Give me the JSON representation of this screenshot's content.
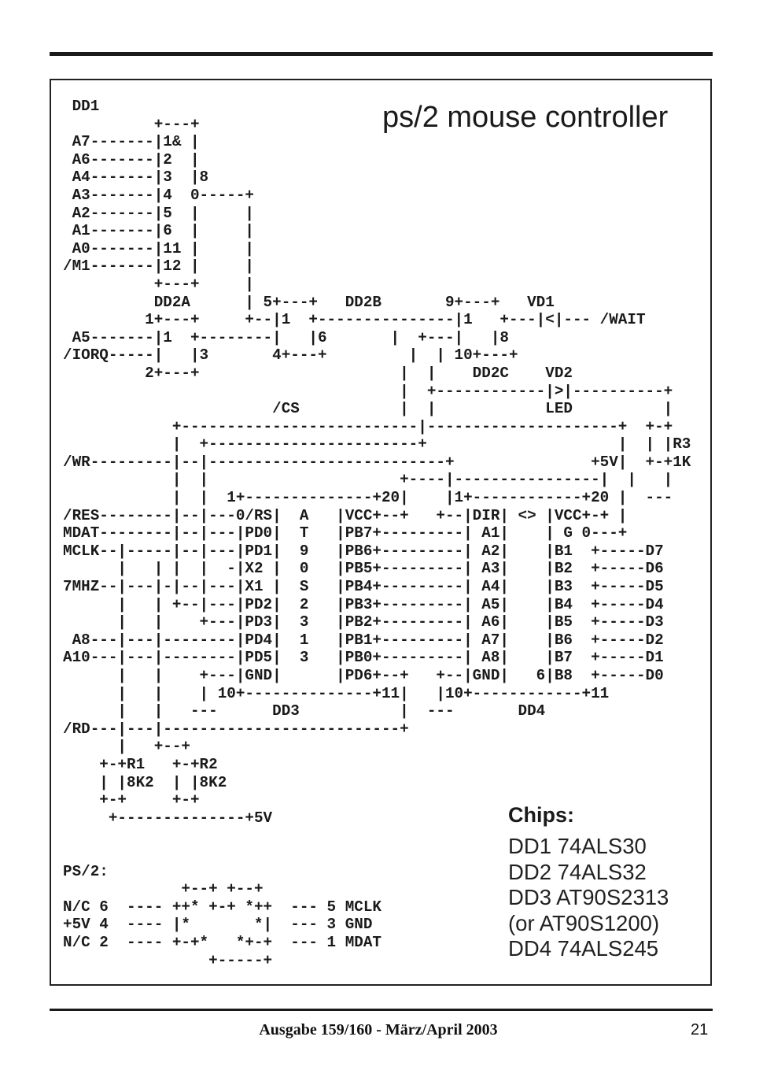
{
  "title": "ps/2 mouse controller",
  "schematic": {
    "lines": [
      " DD1",
      "          +---+",
      " A7-------|1& |",
      " A6-------|2  |",
      " A4-------|3  |8",
      " A3-------|4  0-----+",
      " A2-------|5  |     |",
      " A1-------|6  |     |",
      " A0-------|11 |     |",
      "/M1-------|12 |     |",
      "          +---+     |",
      "          DD2A      | 5+---+   DD2B       9+---+   VD1",
      "         1+---+     +--|1  +---------------|1   +---|<|--- /WAIT",
      " A5-------|1  +--------|   |6       |  +---|   |8",
      "/IORQ-----|   |3       4+---+         |  | 10+---+",
      "         2+---+                      |  |    DD2C    VD2",
      "                                     |  +------------|>|----------+",
      "                       /CS           |  |            LED          |",
      "            +--------------------------|---------------------+  +-+",
      "            |  +-----------------------+                     |  | |R3",
      "/WR---------|--|--------------------------+               +5V|  +-+1K",
      "            |  |                     +----|----------------|  |   |",
      "            |  |  1+--------------+20|    |1+------------+20 |  ---",
      "/RES--------|--|---0/RS|  A   |VCC+--+   +--|DIR| <> |VCC+-+ |",
      "MDAT--------|--|---|PD0|  T   |PB7+---------| A1|    | G 0---+",
      "MCLK--|-----|--|---|PD1|  9   |PB6+---------| A2|    |B1  +-----D7",
      "      |   | |  |  -|X2 |  0   |PB5+---------| A3|    |B2  +-----D6",
      "7MHZ--|---|-|--|---|X1 |  S   |PB4+---------| A4|    |B3  +-----D5",
      "      |   | +--|---|PD2|  2   |PB3+---------| A5|    |B4  +-----D4",
      "      |   |    +---|PD3|  3   |PB2+---------| A6|    |B5  +-----D3",
      " A8---|---|--------|PD4|  1   |PB1+---------| A7|    |B6  +-----D2",
      "A10---|---|--------|PD5|  3   |PB0+---------| A8|    |B7  +-----D1",
      "      |   |    +---|GND|      |PD6+--+   +--|GND|   6|B8  +-----D0",
      "      |   |    | 10+--------------+11|   |10+------------+11",
      "      |   |   ---      DD3           |  ---       DD4",
      "/RD---|---|--------------------------+",
      "      |   +--+",
      "    +-+R1   +-+R2",
      "    | |8K2  | |8K2",
      "    +-+     +-+",
      "     +--------------+5V",
      "",
      "",
      "PS/2:",
      "             +--+ +--+",
      "N/C 6  ---- ++* +-+ *++  --- 5 MCLK",
      "+5V 4  ---- |*       *|  --- 3 GND",
      "N/C 2  ---- +-+*   *+-+  --- 1 MDAT",
      "                +-----+"
    ]
  },
  "chips": {
    "title": "Chips:",
    "items": [
      "DD1 74ALS30",
      "DD2 74ALS32",
      "DD3 AT90S2313",
      "(or AT90S1200)",
      "DD4 74ALS245"
    ]
  },
  "footer": {
    "text": "Ausgabe 159/160 - März/April 2003",
    "page_number": "21"
  }
}
